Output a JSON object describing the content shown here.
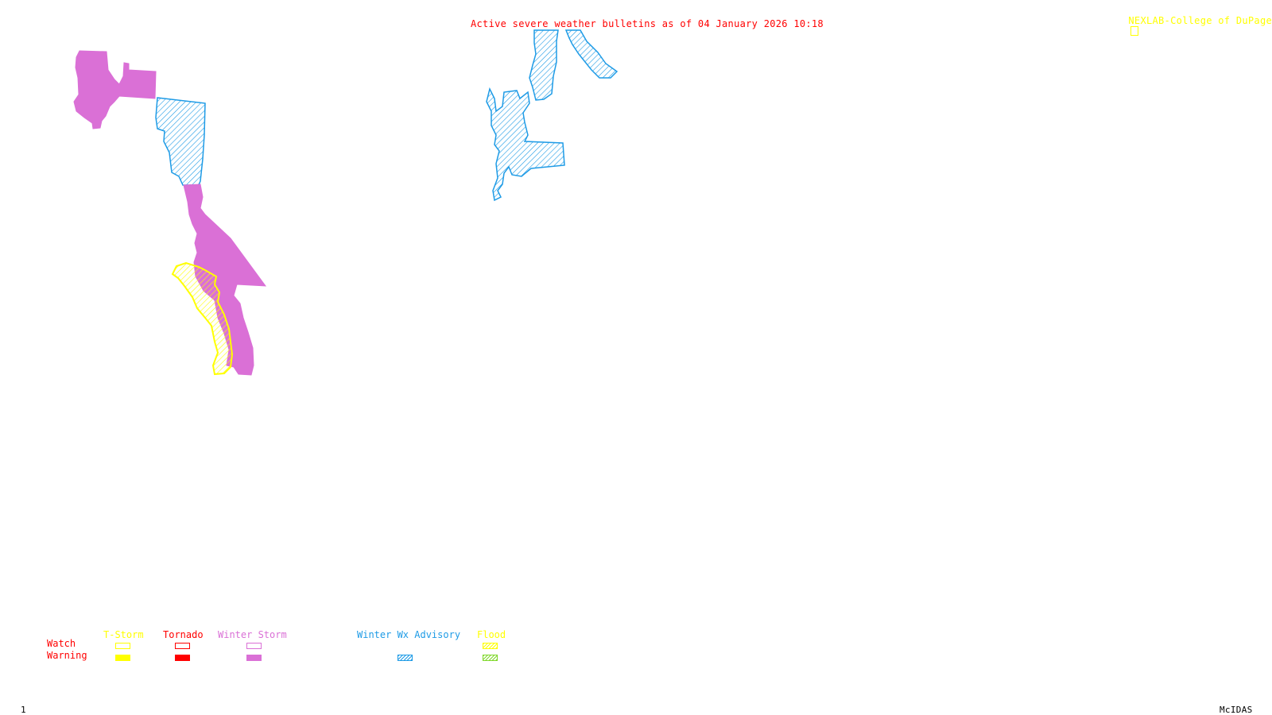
{
  "header": {
    "title": "Active severe weather bulletins as of 04 January 2026 10:18",
    "credit": "NEXLAB-College of DuPage",
    "credit_icon": "cursor-arrow-icon"
  },
  "footer": {
    "frame_number": "1",
    "software": "McIDAS"
  },
  "colors": {
    "title": "#ff0000",
    "credit": "#ffff00",
    "tstorm": "#ffff00",
    "tornado": "#ff0000",
    "winter_storm": "#da70d6",
    "winter_wx_advisory": "#1e9be6",
    "flood_watch": "#ffff00",
    "flood_warning": "#7fd82a"
  },
  "legend": {
    "row_labels": {
      "watch": "Watch",
      "warning": "Warning"
    },
    "categories": [
      {
        "key": "tstorm",
        "label": "T-Storm",
        "watch": "outline",
        "warning": "filled"
      },
      {
        "key": "tornado",
        "label": "Tornado",
        "watch": "outline",
        "warning": "filled"
      },
      {
        "key": "winter_storm",
        "label": "Winter Storm",
        "watch": "outline",
        "warning": "filled"
      },
      {
        "key": "winter_wx_advisory",
        "label": "Winter Wx Advisory",
        "watch": "none",
        "warning": "hatched"
      },
      {
        "key": "flood",
        "label": "Flood",
        "watch": "hatched",
        "warning": "hatched"
      }
    ]
  },
  "map": {
    "active_areas": [
      {
        "type": "Winter Storm Warning",
        "style": "filled",
        "color_key": "winter_storm"
      },
      {
        "type": "Winter Wx Advisory",
        "style": "hatched",
        "color_key": "winter_wx_advisory"
      },
      {
        "type": "Flood Watch",
        "style": "hatched",
        "color_key": "flood_watch"
      }
    ]
  }
}
